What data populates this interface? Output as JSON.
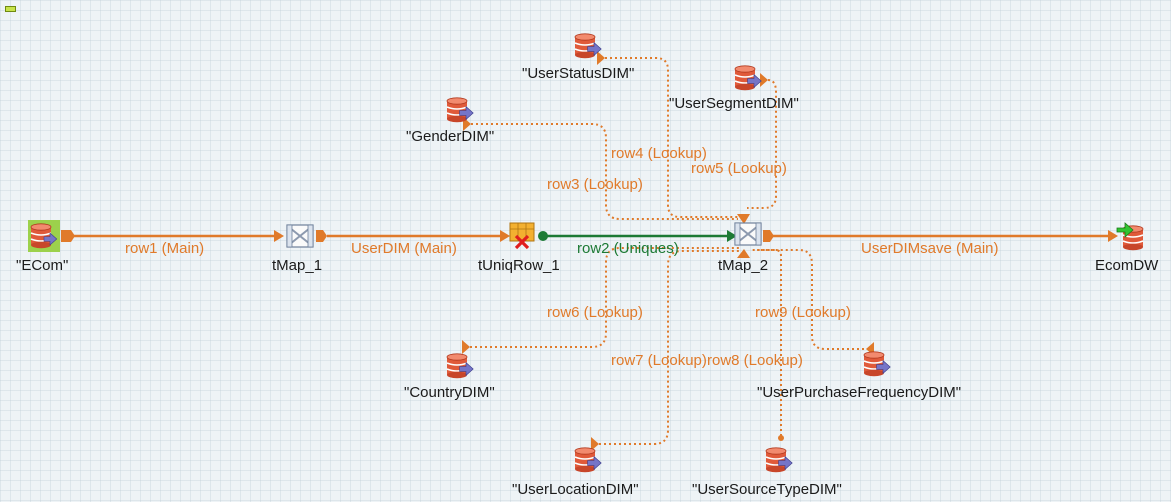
{
  "colors": {
    "lookup_link": "#e07a2a",
    "main_link": "#e07a2a",
    "uniques_link": "#1d7a35",
    "label_orange": "#e07a2a",
    "label_green": "#1d7a35",
    "db_icon": "#e05a3a",
    "arrow_badge": "#7575c8",
    "output_badge": "#31c431",
    "selected_bg": "#9cd14c"
  },
  "components": {
    "ecom": {
      "label": "\"ECom\"",
      "icon": "db-input-icon"
    },
    "tmap1": {
      "label": "tMap_1",
      "icon": "tmap-icon"
    },
    "tuniqrow1": {
      "label": "tUniqRow_1",
      "icon": "uniqrow-icon"
    },
    "tmap2": {
      "label": "tMap_2",
      "icon": "tmap-icon"
    },
    "ecomdw": {
      "label": "EcomDW",
      "icon": "db-output-icon"
    },
    "userstatus": {
      "label": "\"UserStatusDIM\"",
      "icon": "db-input-icon"
    },
    "usersegment": {
      "label": "\"UserSegmentDIM\"",
      "icon": "db-input-icon"
    },
    "gender": {
      "label": "\"GenderDIM\"",
      "icon": "db-input-icon"
    },
    "country": {
      "label": "\"CountryDIM\"",
      "icon": "db-input-icon"
    },
    "userpurchase": {
      "label": "\"UserPurchaseFrequencyDIM\"",
      "icon": "db-input-icon"
    },
    "userlocation": {
      "label": "\"UserLocationDIM\"",
      "icon": "db-input-icon"
    },
    "usersource": {
      "label": "\"UserSourceTypeDIM\"",
      "icon": "db-input-icon"
    }
  },
  "links": {
    "row1": "row1 (Main)",
    "userdim": "UserDIM (Main)",
    "row2": "row2 (Uniques)",
    "userdimsave": "UserDIMsave (Main)",
    "row3": "row3 (Lookup)",
    "row4": "row4 (Lookup)",
    "row5": "row5 (Lookup)",
    "row6": "row6 (Lookup)",
    "row7": "row7 (Lookup)",
    "row8": "row8 (Lookup)",
    "row9": "row9 (Lookup)"
  }
}
